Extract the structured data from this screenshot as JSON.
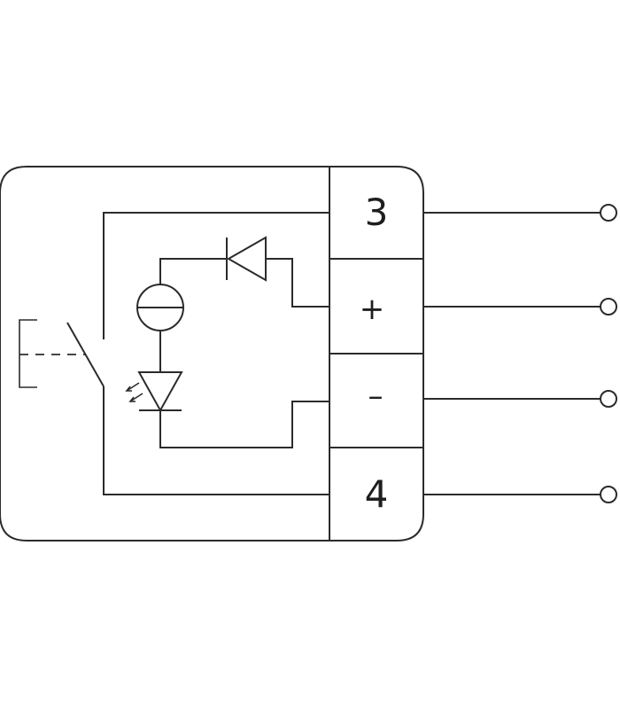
{
  "terminals": [
    {
      "id": "t3",
      "label": "3"
    },
    {
      "id": "tplus",
      "label": "+"
    },
    {
      "id": "tminus",
      "label": "–"
    },
    {
      "id": "t4",
      "label": "4"
    }
  ],
  "symbols": {
    "switch": "normally-open-switch-icon",
    "lamp": "indicator-lamp-icon",
    "diode": "diode-icon",
    "led": "light-emitting-diode-icon",
    "terminal_pin": "terminal-circle-icon"
  },
  "colors": {
    "line": "#2b2b2b",
    "background": "#ffffff"
  }
}
